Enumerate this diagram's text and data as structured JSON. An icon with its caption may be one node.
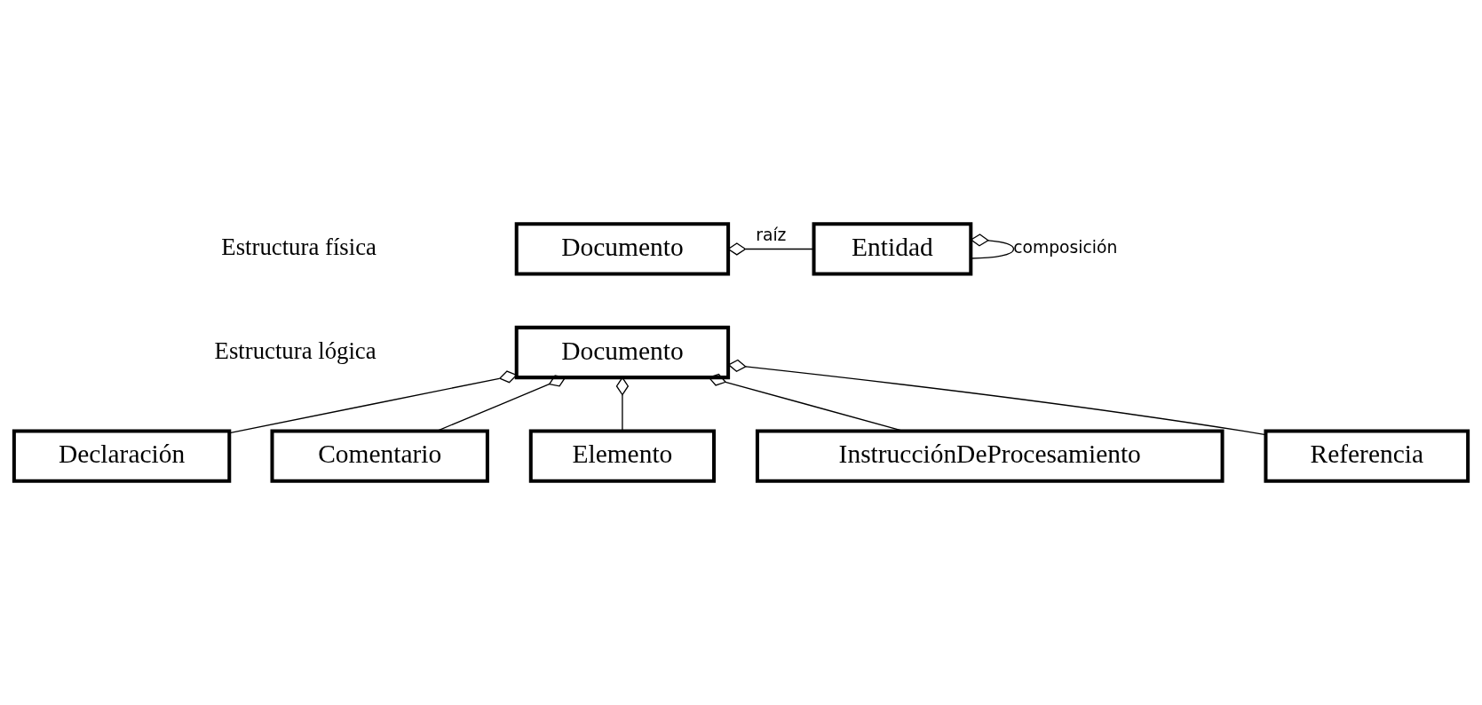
{
  "diagram": {
    "nodes": [
      {
        "text": [
          "Documento"
        ]
      },
      {
        "text": [
          "Entidad"
        ]
      },
      {
        "text": [
          "Documento"
        ]
      },
      {
        "text": [
          "Declaración"
        ]
      },
      {
        "text": [
          "Comentario"
        ]
      },
      {
        "text": [
          "Elemento"
        ]
      },
      {
        "text": [
          "InstrucciónDeProcesamiento"
        ]
      },
      {
        "text": [
          "Referencia"
        ]
      }
    ],
    "edges": [
      {
        "from": 0,
        "to": 1,
        "arrow": "other",
        "label": "raíz"
      },
      {
        "from": 1,
        "to": 1,
        "arrow": "other",
        "label": "composición"
      },
      {
        "from": 2,
        "to": 3,
        "arrow": "other"
      },
      {
        "from": 2,
        "to": 4,
        "arrow": "other"
      },
      {
        "from": 2,
        "to": 5,
        "arrow": "other"
      },
      {
        "from": 2,
        "to": 6,
        "arrow": "other"
      },
      {
        "from": 2,
        "to": 7,
        "arrow": "other"
      }
    ],
    "labels": [
      "Estructura física",
      "Estructura lógica"
    ]
  }
}
